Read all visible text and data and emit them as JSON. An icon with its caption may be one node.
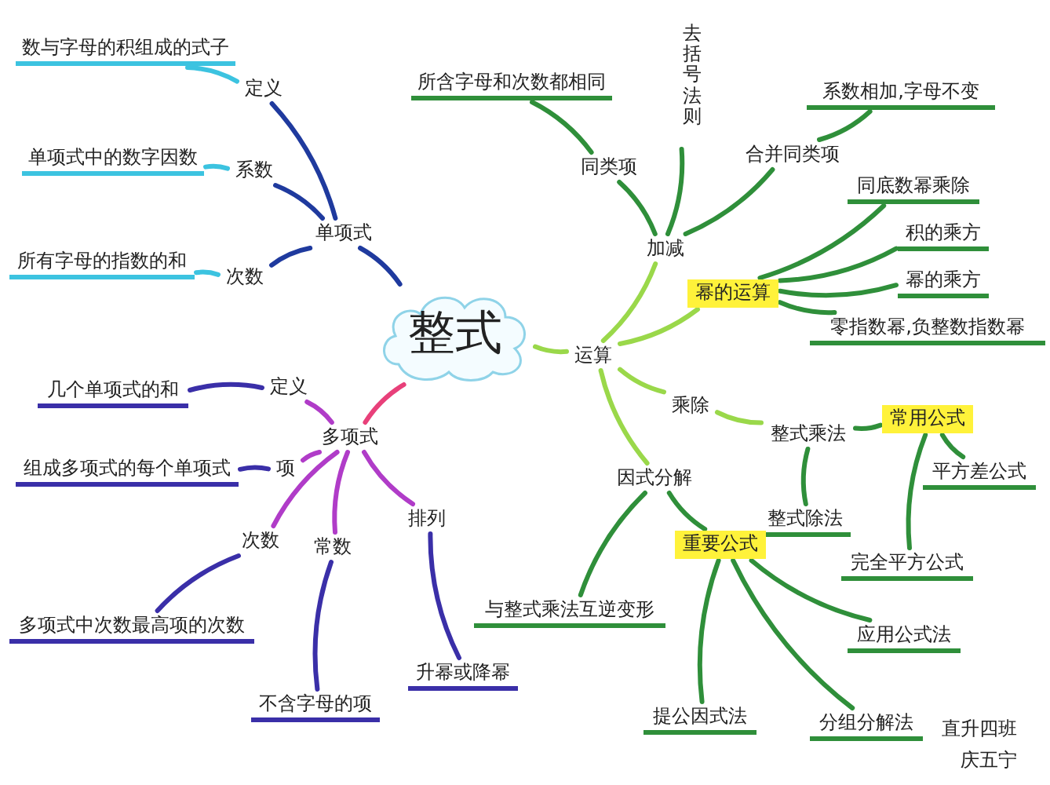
{
  "diagram": {
    "nodes": [
      {
        "text": [
          "整式"
        ]
      },
      {
        "text": [
          "单项式"
        ]
      },
      {
        "text": [
          "定义"
        ]
      },
      {
        "text": [
          "数与字母的积组成的式子"
        ]
      },
      {
        "text": [
          "系数"
        ]
      },
      {
        "text": [
          "单项式中的数字因数"
        ]
      },
      {
        "text": [
          "次数"
        ]
      },
      {
        "text": [
          "所有字母的指数的和"
        ]
      },
      {
        "text": [
          "多项式"
        ]
      },
      {
        "text": [
          "定义"
        ]
      },
      {
        "text": [
          "几个单项式的和"
        ]
      },
      {
        "text": [
          "项"
        ]
      },
      {
        "text": [
          "组成多项式的每个单项式"
        ]
      },
      {
        "text": [
          "次数"
        ]
      },
      {
        "text": [
          "多项式中次数最高项的次数"
        ]
      },
      {
        "text": [
          "常数"
        ]
      },
      {
        "text": [
          "不含字母的项"
        ]
      },
      {
        "text": [
          "排列"
        ]
      },
      {
        "text": [
          "升幂或降幂"
        ]
      },
      {
        "text": [
          "运算"
        ]
      },
      {
        "text": [
          "加减"
        ]
      },
      {
        "text": [
          "同类项"
        ]
      },
      {
        "text": [
          "所含字母和次数都相同"
        ]
      },
      {
        "text": [
          "去括号法则"
        ]
      },
      {
        "text": [
          "合并同类项"
        ]
      },
      {
        "text": [
          "系数相加,字母不变"
        ]
      },
      {
        "text": [
          "幂的运算"
        ]
      },
      {
        "text": [
          "同底数幂乘除"
        ]
      },
      {
        "text": [
          "积的乘方"
        ]
      },
      {
        "text": [
          "幂的乘方"
        ]
      },
      {
        "text": [
          "零指数幂,负整数指数幂"
        ]
      },
      {
        "text": [
          "乘除"
        ]
      },
      {
        "text": [
          "整式乘法"
        ]
      },
      {
        "text": [
          "常用公式"
        ]
      },
      {
        "text": [
          "平方差公式"
        ]
      },
      {
        "text": [
          "完全平方公式"
        ]
      },
      {
        "text": [
          "整式除法"
        ]
      },
      {
        "text": [
          "因式分解"
        ]
      },
      {
        "text": [
          "重要公式"
        ]
      },
      {
        "text": [
          "与整式乘法互逆变形"
        ]
      },
      {
        "text": [
          "提公因式法"
        ]
      },
      {
        "text": [
          "应用公式法"
        ]
      },
      {
        "text": [
          "分组分解法"
        ]
      }
    ],
    "edges": [
      {
        "from": 0,
        "to": 1,
        "arrow": "none",
        "color": "#1f3a9e"
      },
      {
        "from": 1,
        "to": 2,
        "arrow": "none",
        "color": "#1f3a9e"
      },
      {
        "from": 2,
        "to": 3,
        "arrow": "none",
        "color": "#3cc3e0"
      },
      {
        "from": 1,
        "to": 4,
        "arrow": "none",
        "color": "#1f3a9e"
      },
      {
        "from": 4,
        "to": 5,
        "arrow": "none",
        "color": "#3cc3e0"
      },
      {
        "from": 1,
        "to": 6,
        "arrow": "none",
        "color": "#1f3a9e"
      },
      {
        "from": 6,
        "to": 7,
        "arrow": "none",
        "color": "#3cc3e0"
      },
      {
        "from": 0,
        "to": 8,
        "arrow": "none",
        "color": "#e8407a"
      },
      {
        "from": 8,
        "to": 9,
        "arrow": "none",
        "color": "#b03cc8"
      },
      {
        "from": 9,
        "to": 10,
        "arrow": "none",
        "color": "#3a2fa8"
      },
      {
        "from": 8,
        "to": 11,
        "arrow": "none",
        "color": "#b03cc8"
      },
      {
        "from": 11,
        "to": 12,
        "arrow": "none",
        "color": "#3a2fa8"
      },
      {
        "from": 8,
        "to": 13,
        "arrow": "none",
        "color": "#b03cc8"
      },
      {
        "from": 13,
        "to": 14,
        "arrow": "none",
        "color": "#3a2fa8"
      },
      {
        "from": 8,
        "to": 15,
        "arrow": "none",
        "color": "#b03cc8"
      },
      {
        "from": 15,
        "to": 16,
        "arrow": "none",
        "color": "#3a2fa8"
      },
      {
        "from": 8,
        "to": 17,
        "arrow": "none",
        "color": "#b03cc8"
      },
      {
        "from": 17,
        "to": 18,
        "arrow": "none",
        "color": "#3a2fa8"
      },
      {
        "from": 0,
        "to": 19,
        "arrow": "none",
        "color": "#9ad84a"
      },
      {
        "from": 19,
        "to": 20,
        "arrow": "none",
        "color": "#9ad84a"
      },
      {
        "from": 20,
        "to": 21,
        "arrow": "none"
      },
      {
        "from": 21,
        "to": 22,
        "arrow": "none"
      },
      {
        "from": 20,
        "to": 23,
        "arrow": "none"
      },
      {
        "from": 20,
        "to": 24,
        "arrow": "none"
      },
      {
        "from": 24,
        "to": 25,
        "arrow": "none"
      },
      {
        "from": 19,
        "to": 26,
        "arrow": "none",
        "color": "#9ad84a"
      },
      {
        "from": 26,
        "to": 27,
        "arrow": "none"
      },
      {
        "from": 26,
        "to": 28,
        "arrow": "none"
      },
      {
        "from": 26,
        "to": 29,
        "arrow": "none"
      },
      {
        "from": 26,
        "to": 30,
        "arrow": "none"
      },
      {
        "from": 19,
        "to": 31,
        "arrow": "none",
        "color": "#9ad84a"
      },
      {
        "from": 31,
        "to": 32,
        "arrow": "none",
        "color": "#9ad84a"
      },
      {
        "from": 32,
        "to": 33,
        "arrow": "none"
      },
      {
        "from": 33,
        "to": 34,
        "arrow": "none"
      },
      {
        "from": 33,
        "to": 35,
        "arrow": "none"
      },
      {
        "from": 32,
        "to": 36,
        "arrow": "none"
      },
      {
        "from": 19,
        "to": 37,
        "arrow": "none",
        "color": "#9ad84a"
      },
      {
        "from": 37,
        "to": 38,
        "arrow": "none"
      },
      {
        "from": 38,
        "to": 40,
        "arrow": "none"
      },
      {
        "from": 38,
        "to": 41,
        "arrow": "none"
      },
      {
        "from": 38,
        "to": 42,
        "arrow": "none"
      },
      {
        "from": 37,
        "to": 39,
        "arrow": "none"
      }
    ],
    "labels": [
      "直升四班",
      "庆五宁"
    ]
  }
}
